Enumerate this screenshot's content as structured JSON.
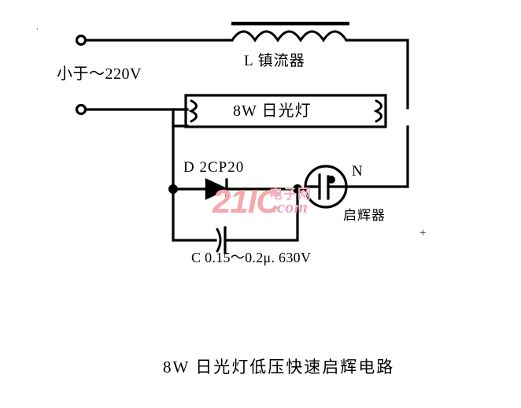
{
  "diagram": {
    "caption": "8W 日光灯低压快速启辉电路",
    "supply_label": "小于～220V",
    "artifact_plus": "+",
    "artifact_dot": "·",
    "components": {
      "inductor": {
        "label": "L 镇流器",
        "name": "ballast-inductor",
        "coil_humps": 5
      },
      "lamp": {
        "label": "8W 日光灯",
        "name": "fluorescent-lamp",
        "power": "8W"
      },
      "diode": {
        "label": "D  2CP20",
        "designator": "D",
        "part": "2CP20",
        "name": "diode"
      },
      "starter": {
        "label": "启辉器",
        "terminal_label": "N",
        "name": "glow-starter"
      },
      "capacitor": {
        "label": "C 0.15～0.2μ. 630V",
        "designator": "C",
        "value": "0.15～0.2μ",
        "voltage": "630V",
        "name": "capacitor"
      }
    },
    "terminals": [
      {
        "name": "ac-terminal-top",
        "type": "open-circle"
      },
      {
        "name": "ac-terminal-bottom",
        "type": "open-circle"
      }
    ],
    "watermark": {
      "brand": "21IC",
      "site_cn": "电子网",
      "domain": ".com"
    },
    "colors": {
      "line": "#000000",
      "background": "#ffffff",
      "watermark_red": "#f4a9ad",
      "watermark_pink": "#e9a8bb"
    }
  }
}
